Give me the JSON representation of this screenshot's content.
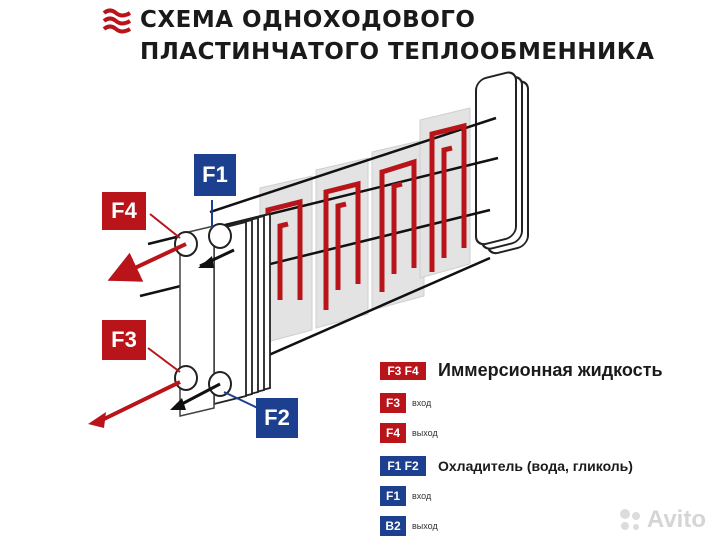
{
  "title": {
    "line1": "СХЕМА ОДНОХОДОВОГО",
    "line2": "ПЛАСТИНЧАТОГО ТЕПЛООБМЕННИКА"
  },
  "labels": {
    "f1": "F1",
    "f2": "F2",
    "f3": "F3",
    "f4": "F4"
  },
  "legend": {
    "immersion": {
      "tag": "F3 F4",
      "text": "Иммерсионная жидкость"
    },
    "f3_in": {
      "tag": "F3",
      "text": "вход"
    },
    "f4_out": {
      "tag": "F4",
      "text": "выход"
    },
    "coolant": {
      "tag": "F1 F2",
      "text": "Охладитель (вода, гликоль)"
    },
    "f1_in": {
      "tag": "F1",
      "text": "вход"
    },
    "b2_out": {
      "tag": "B2",
      "text": "выход"
    }
  },
  "watermark": "Avito",
  "colors": {
    "red": "#b8141a",
    "blue": "#1d3f8f",
    "plate": "#e3e3e3"
  }
}
